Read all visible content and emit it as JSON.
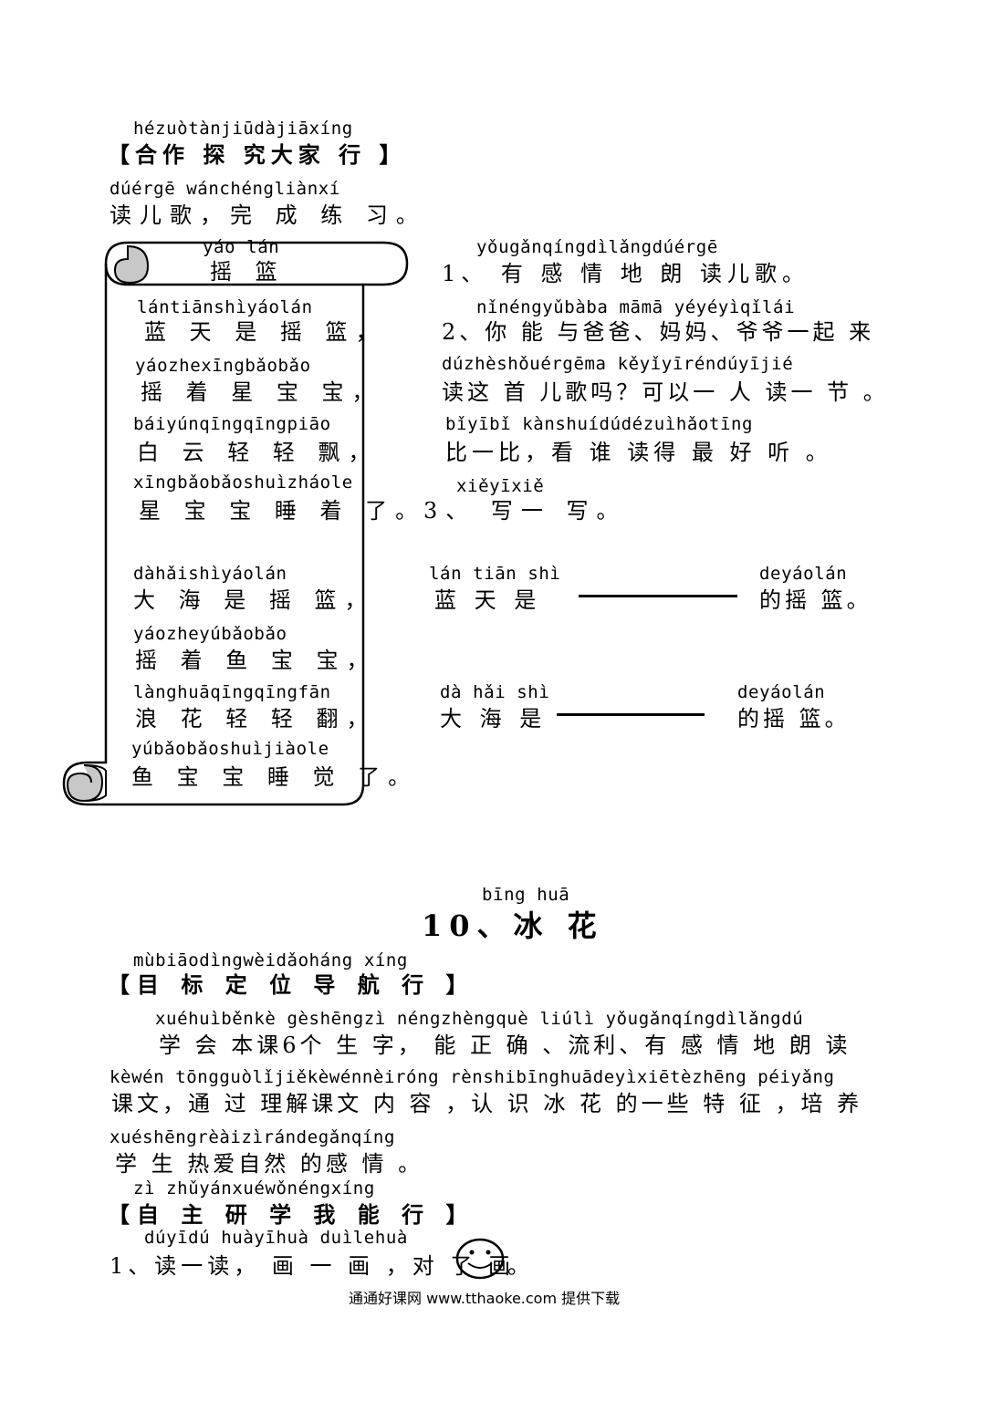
{
  "section1": {
    "pinyin": "hézuòtànjiūdàjiāxíng",
    "heading": "【合作 探 究大家 行 】"
  },
  "instruction": {
    "pinyin": "dúérgē  wánchéngliànxí",
    "text": "读儿歌，完  成  练 习。"
  },
  "poem": {
    "title_pinyin": "yáo  lán",
    "title": "摇 篮",
    "lines": [
      {
        "pinyin": "lántiānshìyáolán",
        "text": "蓝 天 是 摇 篮，"
      },
      {
        "pinyin": "yáozhexīngbǎobǎo",
        "text": "摇 着 星 宝 宝，"
      },
      {
        "pinyin": "báiyúnqīngqīngpiāo",
        "text": "白 云 轻  轻  飘，"
      },
      {
        "pinyin": "xīngbǎobǎoshuìzháole",
        "text": "星 宝 宝 睡  着 了。"
      },
      {
        "pinyin": "dàhǎishìyáolán",
        "text": "大 海 是 摇 篮，"
      },
      {
        "pinyin": "yáozheyúbǎobǎo",
        "text": "摇 着 鱼 宝 宝，"
      },
      {
        "pinyin": "lànghuāqīngqīngfān",
        "text": "浪 花  轻  轻 翻，"
      },
      {
        "pinyin": "yúbǎobǎoshuìjiàole",
        "text": "鱼 宝 宝 睡  觉 了。"
      }
    ]
  },
  "tasks": [
    {
      "pinyin": "yǒugǎnqíngdìlǎngdúérgē",
      "text": "1、 有 感  情  地  朗 读儿歌。"
    },
    {
      "pinyin": "nǐnéngyǔbàba  māmā  yéyéyìqǐlái",
      "text": "2、你  能 与爸爸、妈妈、爷爷一起 来"
    },
    {
      "pinyin": "dúzhèshǒuérgēma  kěyǐyīréndúyījié",
      "text": "读这  首 儿歌吗？可以一 人 读一 节 。"
    },
    {
      "pinyin": "bǐyībǐ  kànshuídúdézuìhǎotīng",
      "text": "比一比，看  谁 读得 最 好  听 。"
    },
    {
      "pinyin": "xiěyīxiě",
      "text": "3、 写一 写。"
    }
  ],
  "fill": [
    {
      "p1": "lán tiān shì",
      "c1": "蓝  天  是",
      "p2": "deyáolán",
      "c2": "的摇 篮。"
    },
    {
      "p1": "dà hǎi shì",
      "c1": "大  海  是",
      "p2": "deyáolán",
      "c2": "的摇 篮。"
    }
  ],
  "lesson": {
    "pinyin": "bīng huā",
    "title": "10、冰 花"
  },
  "section2": {
    "pinyin": "mùbiāodìngwèidǎoháng xíng",
    "heading": "【目 标 定 位 导 航  行 】"
  },
  "goals": [
    {
      "pinyin": "xuéhuìběnkè gèshēngzì  néngzhèngquè  liúlì  yǒugǎnqíngdìlǎngdú",
      "text": "学 会 本课6个 生  字，  能  正  确 、流利、有  感  情 地 朗 读"
    },
    {
      "pinyin": "kèwén  tōngguòlǐjiěkèwénnèiróng  rènshibīnghuādeyìxiētèzhēng  péiyǎng",
      "text": "课文，通  过 理解课文 内  容 ，认 识  冰  花 的一些 特  征  ，培  养"
    },
    {
      "pinyin": "xuéshēngrèàizìrándegǎnqíng",
      "text": "学  生  热爱自然 的感  情 。"
    }
  ],
  "section3": {
    "pinyin": "zì zhǔyánxuéwǒnéngxíng",
    "heading": "【自 主 研 学 我 能  行 】"
  },
  "task4": {
    "pinyin": "dúyīdú  huàyīhuà  duìlehuà",
    "text": "1、读一读， 画 一 画 ，对 了 画",
    "end": "。"
  },
  "footer": "通通好课网  www.tthaoke.com  提供下载",
  "icons": {
    "smiley": "smiley-face-icon",
    "scroll": "scroll-frame-icon"
  }
}
